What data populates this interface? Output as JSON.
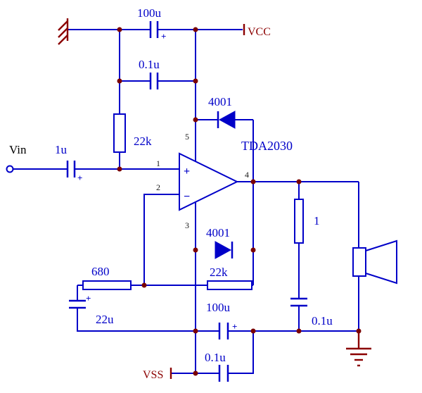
{
  "schematic": {
    "ic_label": "TDA2030",
    "terminals": {
      "vin": "Vin",
      "vcc": "VCC",
      "vss": "VSS"
    },
    "pins": {
      "p1": "1",
      "p2": "2",
      "p3": "3",
      "p4": "4",
      "p5": "5"
    },
    "opamp": {
      "plus": "+",
      "minus": "−"
    },
    "components": {
      "c_bulk_pos": "100u",
      "c_hf_pos": "0.1u",
      "r_bias": "22k",
      "d_pos": "4001",
      "c_in": "1u",
      "r_fb_lower": "680",
      "c_fb": "22u",
      "d_neg": "4001",
      "r_fb_upper": "22k",
      "c_bulk_neg": "100u",
      "c_hf_neg": "0.1u",
      "r_zobel": "1",
      "c_zobel": "0.1u"
    },
    "polarity_mark": "+"
  },
  "colors": {
    "wire": "#0000C8",
    "junction": "#7A0000",
    "power": "#8B0000",
    "pin_text": "#1a1a1a",
    "background": "#FFFFFF"
  }
}
